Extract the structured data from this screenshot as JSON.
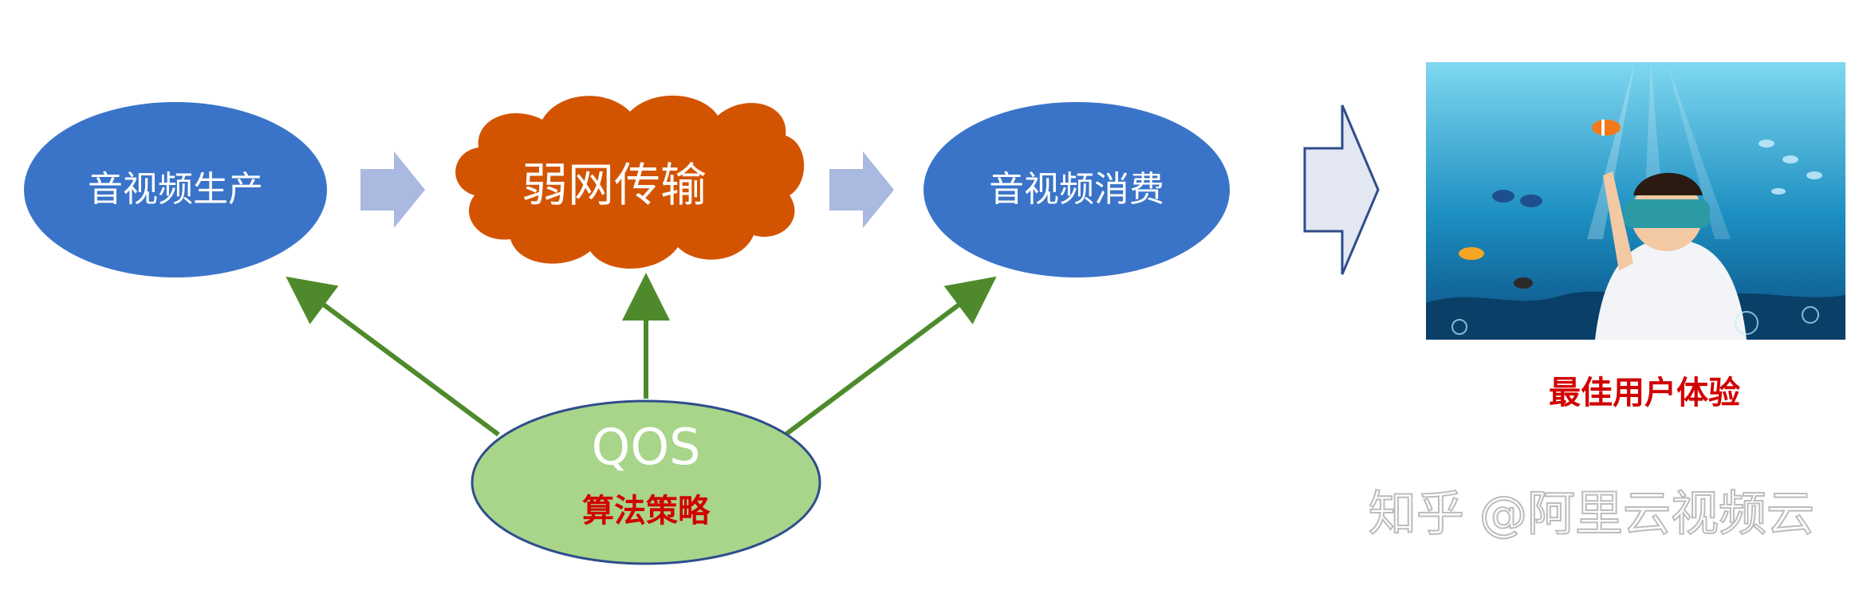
{
  "nodes": {
    "production": "音视频生产",
    "weak_network": "弱网传输",
    "consumption": "音视频消费",
    "qos_title": "QOS",
    "qos_subtitle": "算法策略",
    "best_experience": "最佳用户体验"
  },
  "watermark": "知乎 @阿里云视频云",
  "colors": {
    "blue_ellipse": "#3A74C9",
    "cloud_orange": "#D35400",
    "qos_green": "#A8D58A",
    "arrow_green": "#4E8A2B",
    "arrow_light_blue": "#A9B9DF",
    "red_text": "#D10000"
  },
  "image": {
    "icon": "vr-underwater-photo-icon"
  }
}
